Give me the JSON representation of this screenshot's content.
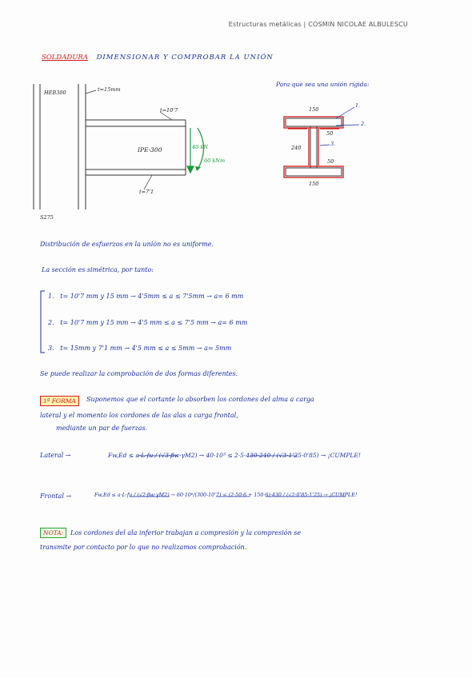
{
  "header": "Estructuras metálicas | COSMIN NICOLAE ALBULESCU",
  "title": {
    "part1": "SOLDADURA",
    "part2": "DIMENSIONAR Y COMPROBAR LA UNIÓN"
  },
  "figure": {
    "column_label": "HEB300",
    "t15": "t=15mm",
    "t10": "t=10'7",
    "beam_label": "IPE-300",
    "force": "40 kN",
    "moment": "60 kNm",
    "t7": "t=7'1",
    "steel": "S275",
    "rigid_note": "Para que sea una unión rígida:",
    "d150_top": "150",
    "d150_bottom": "150",
    "d50_top": "50",
    "d50_bottom": "50",
    "d240": "240",
    "n1": "1.",
    "n2": "2.",
    "n3": "3."
  },
  "body": {
    "p1": "Distribución de esfuerzos en la unión no es uniforme.",
    "p2": "La sección es simétrica, por tanto:",
    "rows": [
      {
        "n": "1.",
        "text": "t= 10'7 mm y 15 mm → 4'5mm ≤ a ≤ 7'5mm → a= 6 mm"
      },
      {
        "n": "2.",
        "text": "t= 10'7 mm y 15 mm → 4'5 mm ≤ a ≤ 7'5 mm → a= 6 mm"
      },
      {
        "n": "3.",
        "text": "t= 15mm y 7'1 mm → 4'5 mm ≤ a ≤ 5mm → a= 5mm"
      }
    ],
    "p3": "Se puede realizar la comprobación de dos formas diferentes.",
    "forma_label": "1ª FORMA",
    "forma_line1": "Suponemos que el cortante lo absorben los cordones del alma a carga",
    "forma_line2": "lateral y el momento los cordones de las alas a carga frontal,",
    "forma_line3": "mediante un par de fuerzas.",
    "lateral_label": "Lateral →",
    "lateral_formula": "Fw,Ed ≤ a·L·fu / (√3·βw·γM2) → 40·10³ ≤ 2·5·430·240 / (√3·1'25·0'85) → ¡CUMPLE!",
    "frontal_label": "Frontal →",
    "frontal_formula": "Fw,Ed ≤ a·L·fu / (√2·βw·γM2) → 60·10⁶/(300-10'7) ≤ (2·50·6 + 150·6)·430 / (√2·0'85·1'25) → ¡CUMPLE!",
    "nota_label": "NOTA:",
    "nota_line1": "Los cordones del ala inferior trabajan a compresión y la compresión se",
    "nota_line2": "transmite por contacto por lo que no realizamos comprobación."
  }
}
